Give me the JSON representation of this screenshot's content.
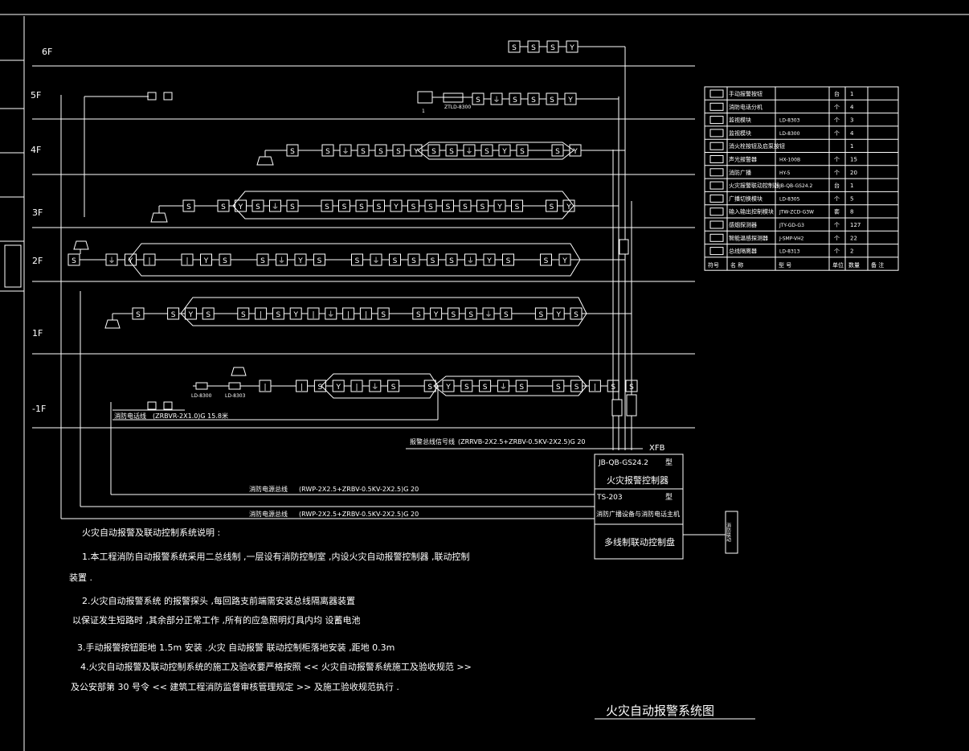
{
  "floors": [
    "6F",
    "5F",
    "4F",
    "3F",
    "2F",
    "1F",
    "-1F"
  ],
  "symbols": {
    "smoke": "S",
    "temp": "Y",
    "bell": "⏚"
  },
  "devices": {
    "fifth_module_left": "ZTLD-8300",
    "fifth_count": "1",
    "b1_dev1": "LD-8300",
    "b1_dev2": "LD-8303"
  },
  "cables": [
    {
      "name": "消防电话线",
      "spec": "(ZRBVR-2X1.0)G 15.8米"
    },
    {
      "name": "报警总线信号线",
      "spec": "(ZRRVB-2X2.5+ZRBV-0.5KV-2X2.5)G 20"
    },
    {
      "name": "消防电源总线",
      "spec": "(RWP-2X2.5+ZRBV-0.5KV-2X2.5)G 20"
    },
    {
      "name": "消防电源总线",
      "spec": "(RWP-2X2.5+ZRBV-0.5KV-2X2.5)G 20"
    }
  ],
  "xfb": "XFB",
  "controller": {
    "model1": "JB-QB-GS24.2",
    "type1": "型",
    "name1": "火灾报警控制器",
    "model2": "TS-203",
    "type2": "型",
    "name2": "消防广播设备与消防电话主机",
    "name3": "多线制联动控制盘"
  },
  "side_box": "消防联动",
  "legend": {
    "header": [
      "符号",
      "名 称",
      "型 号",
      "单位",
      "数量",
      "备 注"
    ],
    "rows": [
      {
        "name": "手动报警按钮",
        "model": "",
        "unit": "台",
        "qty": "1"
      },
      {
        "name": "消防电话分机",
        "model": "",
        "unit": "个",
        "qty": "4"
      },
      {
        "name": "监视模块",
        "model": "LD-8303",
        "unit": "个",
        "qty": "3"
      },
      {
        "name": "监视模块",
        "model": "LD-8300",
        "unit": "个",
        "qty": "4"
      },
      {
        "name": "消火栓按钮及启泵按钮",
        "model": "",
        "unit": "",
        "qty": "1"
      },
      {
        "name": "声光报警器",
        "model": "HX-100B",
        "unit": "个",
        "qty": "15"
      },
      {
        "name": "消防广播",
        "model": "HY-5",
        "unit": "个",
        "qty": "20"
      },
      {
        "name": "火灾报警联动控制器",
        "model": "JB-QB-GS24.2",
        "unit": "台",
        "qty": "1"
      },
      {
        "name": "广播切换模块",
        "model": "LD-8305",
        "unit": "个",
        "qty": "5"
      },
      {
        "name": "输入输出控制模块",
        "model": "JTW-ZCD-G3W",
        "unit": "套",
        "qty": "8"
      },
      {
        "name": "感烟探测器",
        "model": "JTY-GD-G3",
        "unit": "个",
        "qty": "127"
      },
      {
        "name": "智能温感探测器",
        "model": "J-SMP-VH2",
        "unit": "个",
        "qty": "22"
      },
      {
        "name": "总线隔离器",
        "model": "LD-8313",
        "unit": "个",
        "qty": "2"
      }
    ]
  },
  "notes": {
    "title": "火灾自动报警及联动控制系统说明 :",
    "lines": [
      "1.本工程消防自动报警系统采用二总线制        ,一层设有消防控制室      ,内设火灾自动报警控制器      ,联动控制",
      "装置 .",
      "2.火灾自动报警系统      的报警探头   ,每回路支前端需安装总线隔离器装置",
      "以保证发生短路时    ,其余部分正常工作    ,所有的应急照明灯具内均      设蓄电池",
      "3.手动报警按钮距地      1.5m 安装 .火灾 自动报警  联动控制柜落地安装      ,距地 0.3m",
      "4.火灾自动报警及联动控制系统的施工及验收要严格按照              << 火灾自动报警系统施工及验收规范       >>",
      "及公安部第   30 号令 << 建筑工程消防监督审核管理规定      >> 及施工验收规范执行       ."
    ]
  },
  "drawing_title": "火灾自动报警系统图"
}
